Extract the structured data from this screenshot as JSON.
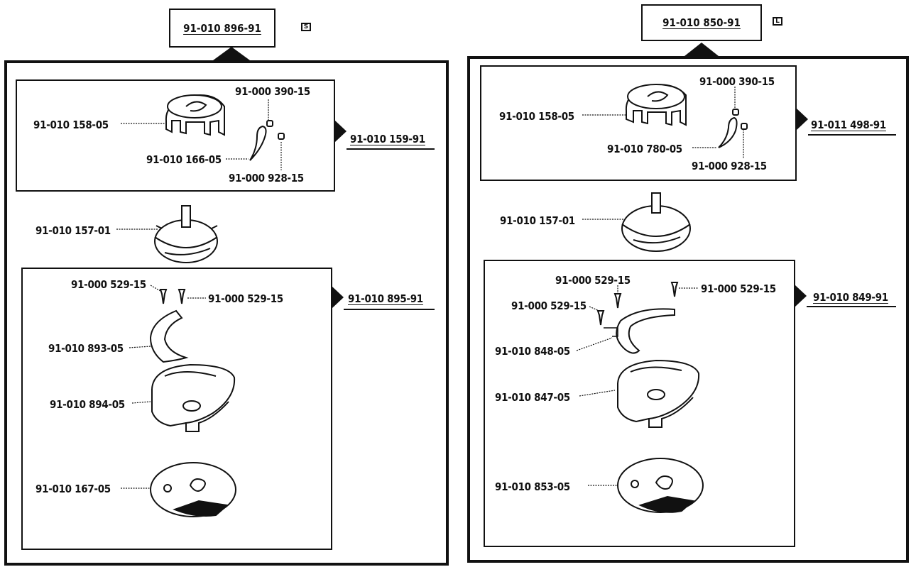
{
  "left": {
    "assembly": "91-010 896-91",
    "size_mark": "S",
    "group1": {
      "assembly": "91-010 159-91",
      "parts": {
        "cover": "91-010 158-05",
        "screw_a": "91-000 390-15",
        "spring": "91-010 166-05",
        "screw_b": "91-000 928-15"
      }
    },
    "bobbin_case": "91-010 157-01",
    "group2": {
      "assembly": "91-010 895-91",
      "parts": {
        "screw_1": "91-000 529-15",
        "screw_2": "91-000 529-15",
        "ring": "91-010 893-05",
        "hook": "91-010 894-05",
        "plate": "91-010 167-05"
      }
    }
  },
  "right": {
    "assembly": "91-010 850-91",
    "size_mark": "L",
    "group1": {
      "assembly": "91-011 498-91",
      "parts": {
        "cover": "91-010 158-05",
        "screw_a": "91-000 390-15",
        "spring": "91-010 780-05",
        "screw_b": "91-000 928-15"
      }
    },
    "bobbin_case": "91-010 157-01",
    "group2": {
      "assembly": "91-010 849-91",
      "parts": {
        "screw_top": "91-000 529-15",
        "screw_right": "91-000 529-15",
        "screw_left": "91-000 529-15",
        "ring": "91-010 848-05",
        "hook": "91-010 847-05",
        "plate": "91-010 853-05"
      }
    }
  }
}
